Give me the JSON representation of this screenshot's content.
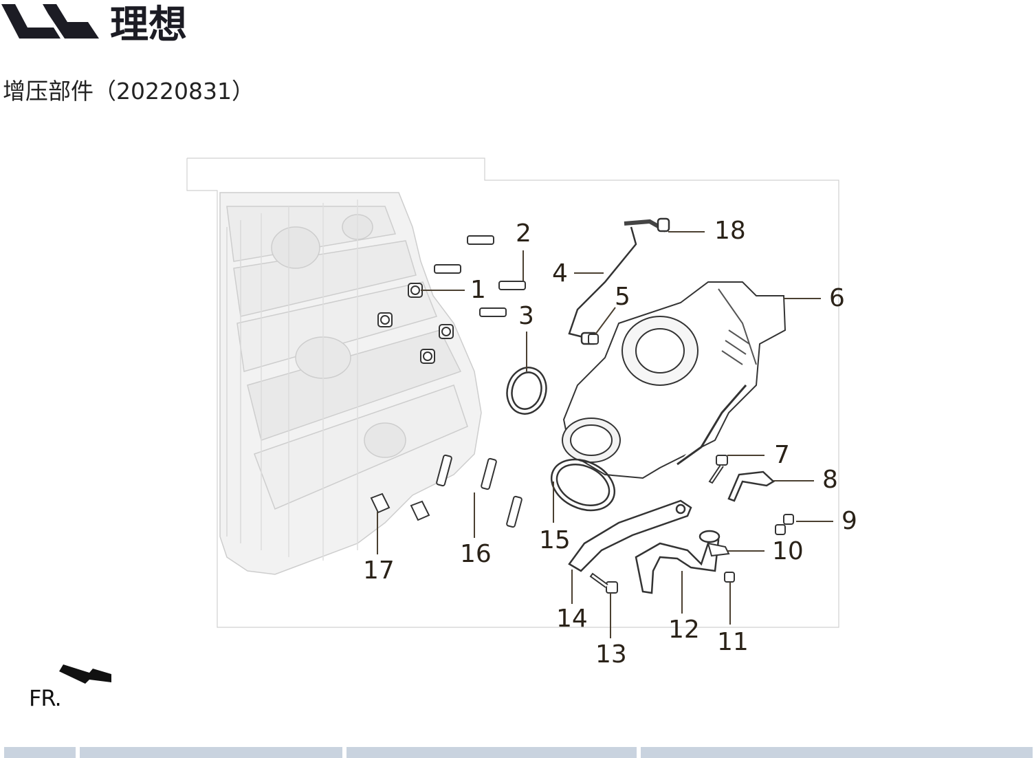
{
  "header": {
    "brand_name": "理想",
    "subtitle": "增压部件（20220831）"
  },
  "diagram": {
    "callouts": [
      {
        "id": "callout-1",
        "label": "1"
      },
      {
        "id": "callout-2",
        "label": "2"
      },
      {
        "id": "callout-3",
        "label": "3"
      },
      {
        "id": "callout-4",
        "label": "4"
      },
      {
        "id": "callout-5",
        "label": "5"
      },
      {
        "id": "callout-6",
        "label": "6"
      },
      {
        "id": "callout-7",
        "label": "7"
      },
      {
        "id": "callout-8",
        "label": "8"
      },
      {
        "id": "callout-9",
        "label": "9"
      },
      {
        "id": "callout-10",
        "label": "10"
      },
      {
        "id": "callout-11",
        "label": "11"
      },
      {
        "id": "callout-12",
        "label": "12"
      },
      {
        "id": "callout-13",
        "label": "13"
      },
      {
        "id": "callout-14",
        "label": "14"
      },
      {
        "id": "callout-15",
        "label": "15"
      },
      {
        "id": "callout-16",
        "label": "16"
      },
      {
        "id": "callout-17",
        "label": "17"
      },
      {
        "id": "callout-18",
        "label": "18"
      }
    ],
    "orientation_label": "FR."
  },
  "colors": {
    "ink": "#1a1a1a",
    "engine_ghost": "#cfcfcf",
    "table_header": "#c9d3df"
  }
}
